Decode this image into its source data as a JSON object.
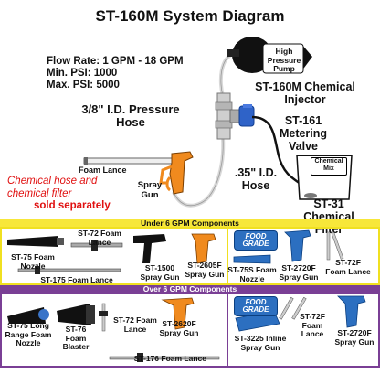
{
  "title": "ST-160M System Diagram",
  "specs": {
    "flow_rate": "Flow Rate: 1 GPM - 18 GPM",
    "min_psi": "Min. PSI: 1000",
    "max_psi": "Max. PSI: 5000"
  },
  "diagram": {
    "pump_label": "High Pressure Pump",
    "injector_label": "ST-160M Chemical Injector",
    "hose_38_label": "3/8\" I.D. Pressure Hose",
    "metering_valve_label": "ST-161 Metering Valve",
    "foam_lance_label": "Foam Lance",
    "spray_gun_label": "Spray Gun",
    "hose_35_label": ".35\" I.D. Hose",
    "chemical_mix_label": "Chemical Mix",
    "chemical_filter_label": "ST-31 Chemical Filter",
    "note_line1": "Chemical hose and",
    "note_line2": "chemical filter",
    "note_line3": "sold separately"
  },
  "section_under_6": {
    "header": "Under 6 GPM Components",
    "items": {
      "st75_nozzle": "ST-75 Foam Nozzle",
      "st72_lance": "ST-72 Foam Lance",
      "st175_lance": "ST-175 Foam Lance",
      "st1500_gun": "ST-1500 Spray Gun",
      "st2605f_gun": "ST-2605F Spray Gun",
      "st75s_nozzle": "ST-75S Foam Nozzle",
      "st2720f_gun": "ST-2720F Spray Gun",
      "st72f_lance": "ST-72F Foam Lance"
    },
    "food_grade_badge": "FOOD GRADE"
  },
  "section_over_6": {
    "header": "Over 6 GPM Components",
    "items": {
      "st75_long_range": "ST-75 Long Range Foam Nozzle",
      "st76_blaster": "ST-76 Foam Blaster",
      "st72_lance": "ST-72 Foam Lance",
      "st2620f_gun": "ST-2620F Spray Gun",
      "st176_lance": "ST-176 Foam Lance",
      "st3225_gun": "ST-3225 Inline Spray Gun",
      "st72f_lance": "ST-72F Foam Lance",
      "st2720f_gun": "ST-2720F Spray Gun"
    },
    "food_grade_badge": "FOOD GRADE"
  },
  "colors": {
    "yellow_band": "#f7e73a",
    "purple_band": "#7a3f95",
    "note_red": "#e01010",
    "gun_orange": "#f08a1e",
    "food_grade_blue": "#2c6fc0"
  }
}
